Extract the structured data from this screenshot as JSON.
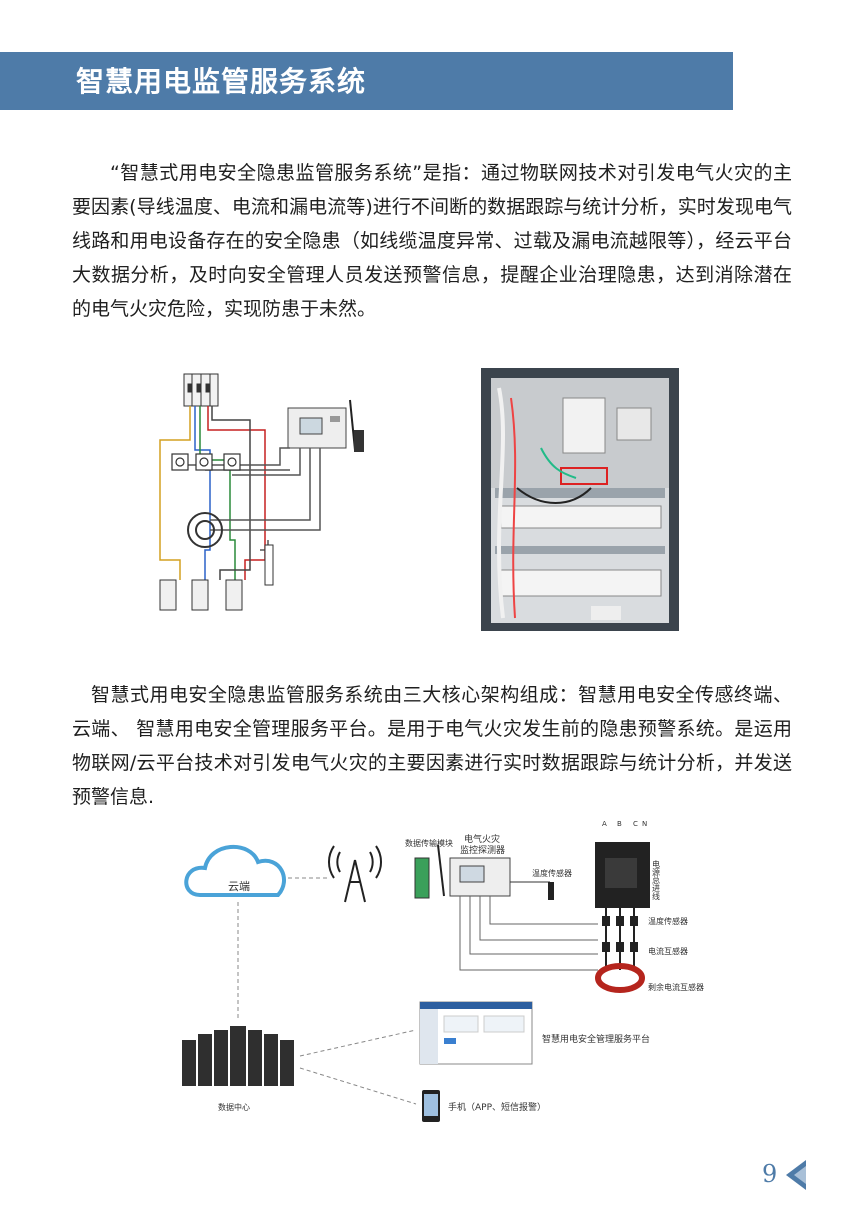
{
  "header": {
    "title": "智慧用电监管服务系统"
  },
  "intro_paragraph": "“智慧式用电安全隐患监管服务系统”是指：通过物联网技术对引发电气火灾的主要因素(导线温度、电流和漏电流等)进行不间断的数据跟踪与统计分析，实时发现电气线路和用电设备存在的安全隐患（如线缆温度异常、过载及漏电流越限等），经云平台大数据分析，及时向安全管理人员发送预警信息，提醒企业治理隐患，达到消除潜在的电气火灾危险，实现防患于未然。",
  "architecture_paragraph": "智慧式用电安全隐患监管服务系统由三大核心架构组成：智慧用电安全传感终端、云端、 智慧用电安全管理服务平台。是用于电气火灾发生前的隐患预警系统。是运用物联网/云平台技术对引发电气火灾的主要因素进行实时数据跟踪与统计分析，并发送预警信息.",
  "diagram": {
    "cloud_label": "云端",
    "transmission_module": "数据传输模块",
    "detector_line1": "电气火灾",
    "detector_line2": "监控探测器",
    "temp_sensor_top": "温度传感器",
    "phases": [
      "A",
      "B",
      "C",
      "N"
    ],
    "power_bus": "电源总进线",
    "temp_sensor": "温度传感器",
    "current_transformer": "电流互感器",
    "residual_ct": "剩余电流互感器",
    "platform_label": "智慧用电安全管理服务平台",
    "data_center": "数据中心",
    "phone_label": "手机（APP、短信报警）"
  },
  "footer": {
    "page_number": "9"
  },
  "colors": {
    "accent": "#4e7ba8",
    "ct_red": "#b5251d"
  }
}
